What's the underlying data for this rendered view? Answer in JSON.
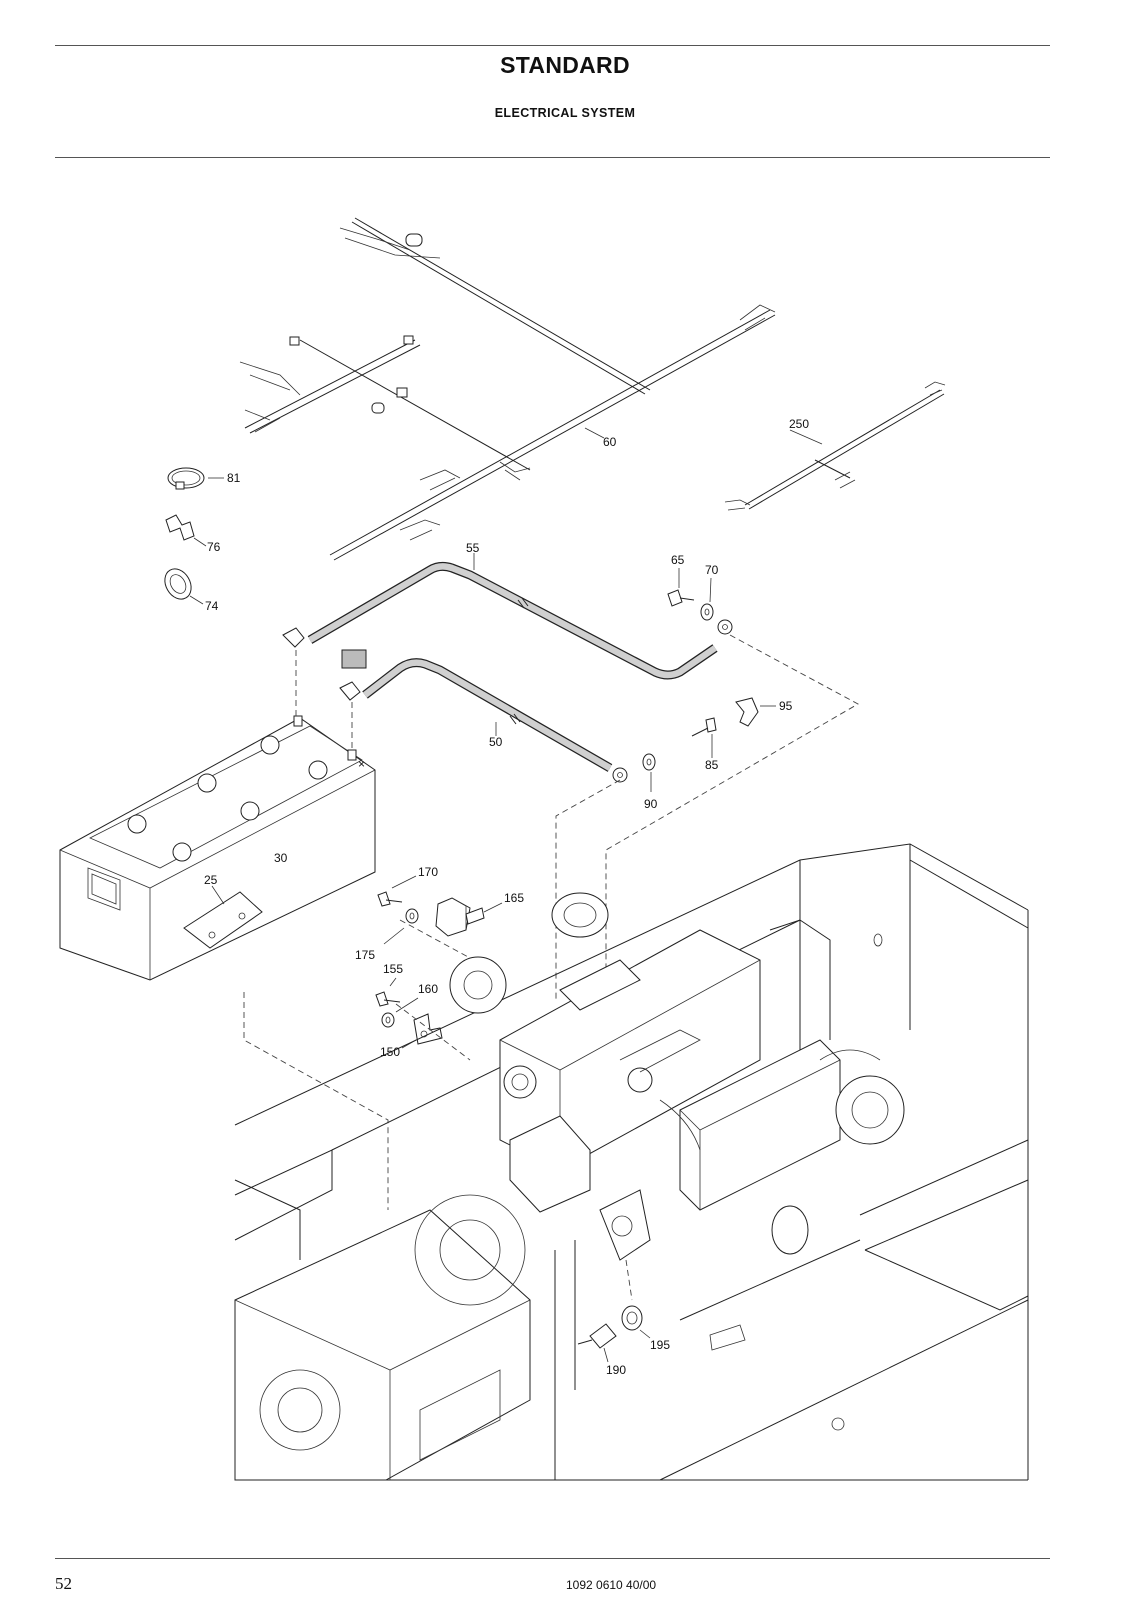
{
  "header": {
    "title": "STANDARD",
    "subtitle": "ELECTRICAL SYSTEM"
  },
  "footer": {
    "page_number": "52",
    "document_code": "1092 0610 40/00"
  },
  "callouts": {
    "c81": "81",
    "c76": "76",
    "c74": "74",
    "c60": "60",
    "c250": "250",
    "c55": "55",
    "c65": "65",
    "c70": "70",
    "c95": "95",
    "c50": "50",
    "c85": "85",
    "c90": "90",
    "c30": "30",
    "c25": "25",
    "c170": "170",
    "c165": "165",
    "c175": "175",
    "c155": "155",
    "c160": "160",
    "c150": "150",
    "c190": "190",
    "c195": "195"
  }
}
